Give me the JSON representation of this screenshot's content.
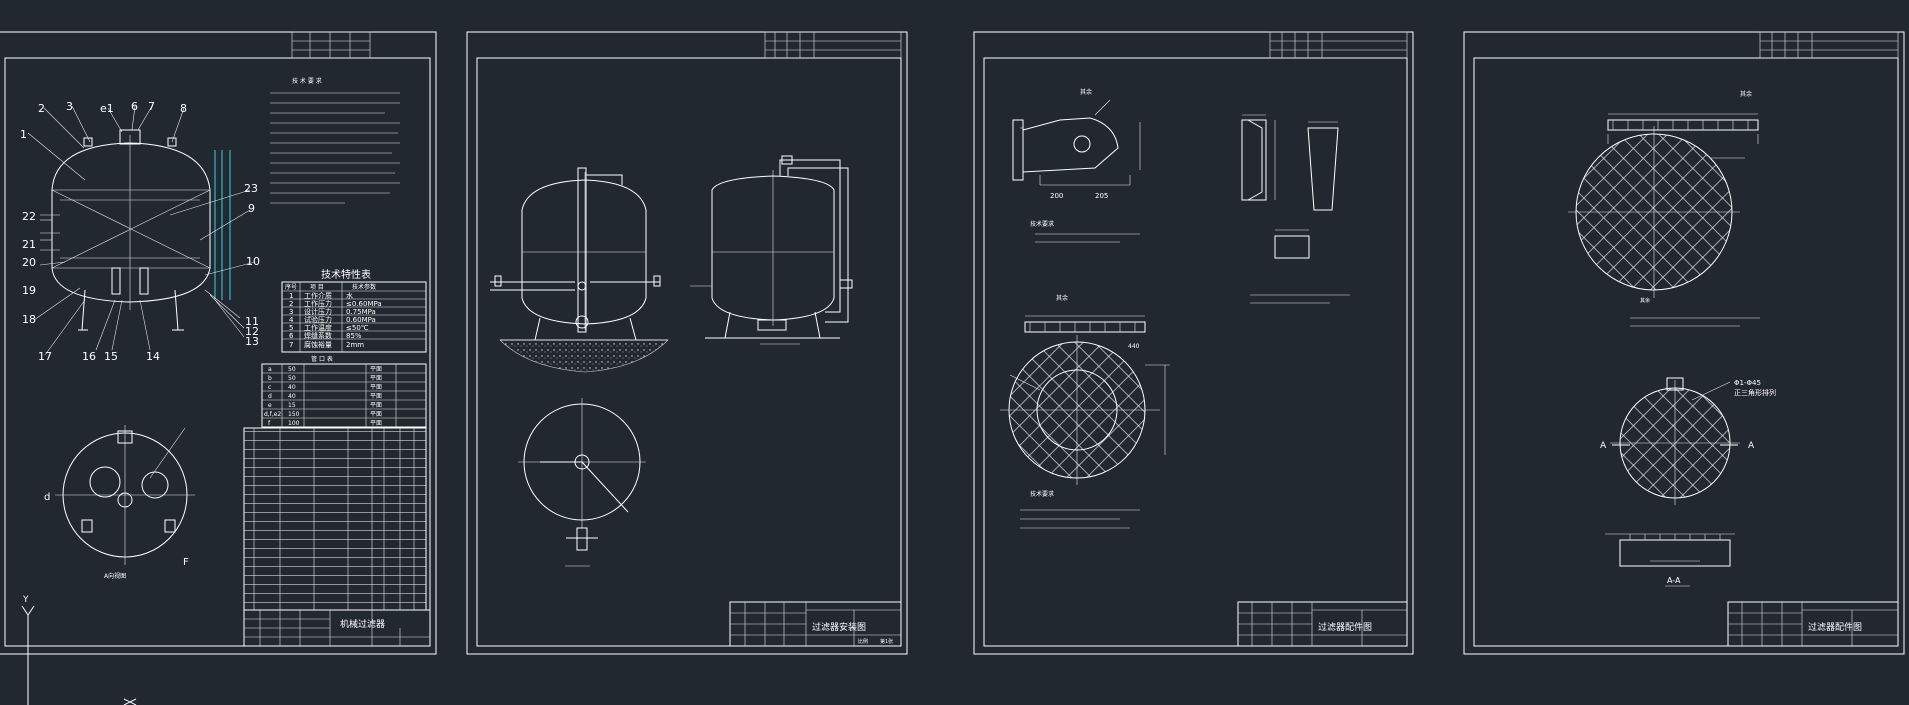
{
  "viewport": {
    "background": "#212830",
    "line_color": "#ffffff",
    "accent_color": "#39d3e6"
  },
  "sheet1": {
    "tech_table_title": "技术特性表",
    "tech_table_headers": [
      "序号",
      "项 目",
      "技术参数"
    ],
    "tech_table_rows": [
      [
        "1",
        "工作介质",
        "水"
      ],
      [
        "2",
        "工作压力",
        "≤0.60MPa"
      ],
      [
        "3",
        "设计压力",
        "0.75MPa"
      ],
      [
        "4",
        "试验压力",
        "0.60MPa"
      ],
      [
        "5",
        "工作温度",
        "≤50℃"
      ],
      [
        "6",
        "焊缝系数",
        "85%"
      ],
      [
        "7",
        "腐蚀裕量",
        "2mm"
      ]
    ],
    "nozzle_table_title": "管 口 表",
    "nozzle_rows": [
      [
        "a",
        "50",
        "平面"
      ],
      [
        "b",
        "50",
        "平面"
      ],
      [
        "c",
        "40",
        "平面"
      ],
      [
        "d",
        "40",
        "平面"
      ],
      [
        "e",
        "15",
        "平面"
      ],
      [
        "d,f,e2",
        "150",
        "平面"
      ],
      [
        "f",
        "100",
        "平面"
      ]
    ],
    "requirements_title": "技 术 要 求",
    "balloons": [
      "1",
      "2",
      "3",
      "e1",
      "6",
      "7",
      "8",
      "23",
      "9",
      "10",
      "22",
      "21",
      "20",
      "19",
      "18",
      "17",
      "16",
      "15",
      "14",
      "11",
      "12",
      "13"
    ],
    "drawing_title": "机械过滤器",
    "view_label": "A向视图",
    "plan_label_d": "d",
    "plan_label_f": "F"
  },
  "sheet2": {
    "drawing_title": "过滤器安装图",
    "scale": "比例",
    "sheet_no": "第1张"
  },
  "sheet3": {
    "drawing_title": "过滤器配件图",
    "dim_200": "200",
    "dim_205": "205",
    "dim_440": "440",
    "note_title": "技术要求",
    "roughness": "其余"
  },
  "sheet4": {
    "drawing_title": "过滤器配件图",
    "section_label": "A-A",
    "marker_left": "A",
    "marker_right": "A",
    "note_spec": "Φ1-Φ45",
    "note_text": "正三角形排列",
    "roughness": "其余"
  },
  "ucs": {
    "y_label": "Y",
    "x_label": "X"
  }
}
